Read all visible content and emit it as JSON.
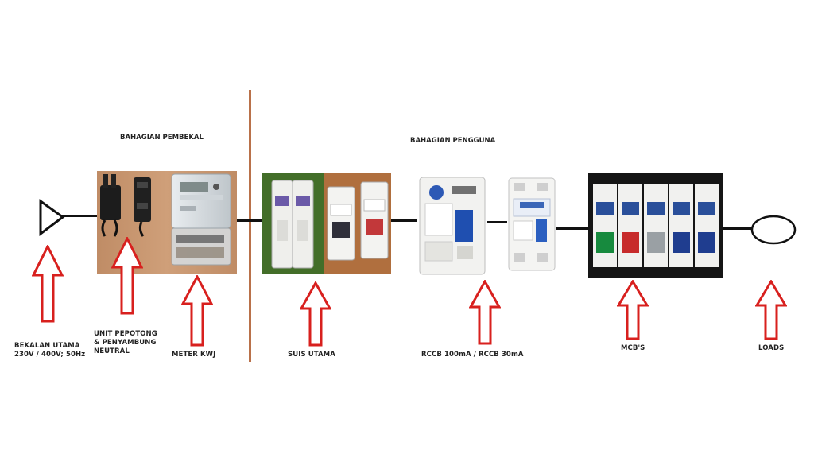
{
  "sections": {
    "supplier": "BAHAGIAN PEMBEKAL",
    "user": "BAHAGIAN PENGGUNA"
  },
  "labels": {
    "supply_line1": "BEKALAN UTAMA",
    "supply_line2": "230V / 400V; 50Hz",
    "cutout_line1": "UNIT PEPOTONG",
    "cutout_line2": "& PENYAMBUNG",
    "cutout_line3": "NEUTRAL",
    "meter": "METER KWJ",
    "main_switch": "SUIS UTAMA",
    "rccb": "RCCB 100mA / RCCB 30mA",
    "mcb": "MCB'S",
    "loads": "LOADS"
  },
  "colors": {
    "wire": "#111111",
    "divider": "#b9714a",
    "arrow": "#d8201e",
    "board": "#c99a73"
  },
  "icons": [
    "supply-source-icon",
    "load-circle-icon",
    "up-arrow-icon"
  ]
}
